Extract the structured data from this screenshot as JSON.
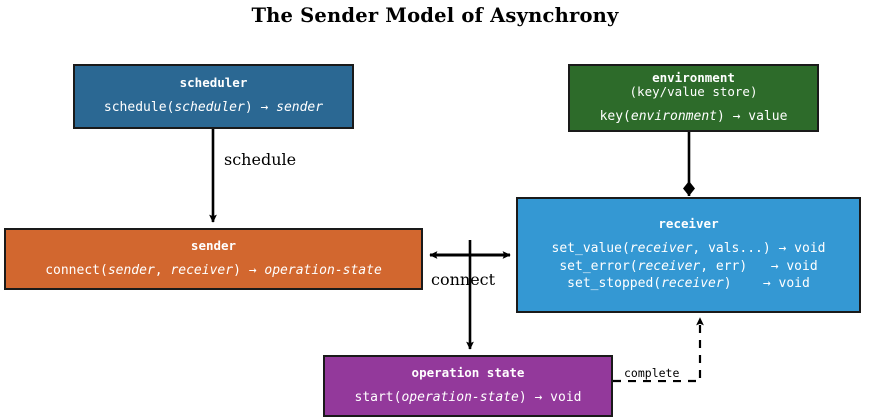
{
  "title": "The Sender Model of Asynchrony",
  "nodes": {
    "scheduler": {
      "name": "scheduler",
      "signatures": [
        "schedule(<i>scheduler</i>) → <i>sender</i>"
      ],
      "color": "#2b6893"
    },
    "environment": {
      "name": "environment",
      "subtitle": "(key/value store)",
      "signatures": [
        "key(<i>environment</i>) → value"
      ],
      "color": "#2d6b2a"
    },
    "sender": {
      "name": "sender",
      "signatures": [
        "connect(<i>sender</i>, <i>receiver</i>) → <i>operation-state</i>"
      ],
      "color": "#d2672f"
    },
    "receiver": {
      "name": "receiver",
      "signatures": [
        "set_value(<i>receiver</i>, vals...) → void",
        "set_error(<i>receiver</i>, err)   → void",
        "set_stopped(<i>receiver</i>)    → void"
      ],
      "color": "#3498d3"
    },
    "operation_state": {
      "name": "operation state",
      "signatures": [
        "start(<i>operation-state</i>) → void"
      ],
      "color": "#93399b"
    }
  },
  "edges": [
    {
      "id": "schedule",
      "label": "schedule",
      "from": "scheduler",
      "to": "sender",
      "style": "solid",
      "arrow": "open"
    },
    {
      "id": "environment-receiver",
      "label": "",
      "from": "environment",
      "to": "receiver",
      "style": "solid",
      "arrow": "diamond"
    },
    {
      "id": "connect",
      "label": "connect",
      "from": "sender",
      "to": "receiver",
      "style": "solid",
      "arrow": "double"
    },
    {
      "id": "connect-op",
      "label": "",
      "from": "connect",
      "to": "operation_state",
      "style": "solid",
      "arrow": "open"
    },
    {
      "id": "complete",
      "label": "complete",
      "from": "operation_state",
      "to": "receiver",
      "style": "dashed",
      "arrow": "open"
    }
  ],
  "colors": {
    "stroke": "#1a1a1a",
    "background": "#ffffff",
    "text": "#ffffff"
  }
}
